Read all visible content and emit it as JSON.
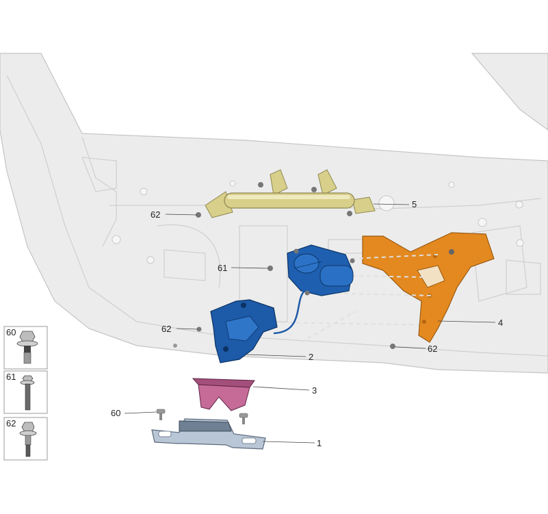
{
  "callouts": {
    "c1": "1",
    "c2": "2",
    "c3": "3",
    "c4": "4",
    "c5": "5",
    "c60": "60",
    "c61": "61",
    "c62_top": "62",
    "c62_left": "62",
    "c62_right": "62"
  },
  "legend": [
    {
      "label": "60",
      "icon": "flange-bolt-icon"
    },
    {
      "label": "61",
      "icon": "bolt-icon"
    },
    {
      "label": "62",
      "icon": "stud-bolt-icon"
    }
  ],
  "colors": {
    "strut": "#d8cf8a",
    "bracket": "#e3891f",
    "motor": "#1f5fb0",
    "latch": "#1d5aa8",
    "cover": "#c66b98",
    "striker": "#b9c6d6",
    "panel": "#ececec"
  }
}
